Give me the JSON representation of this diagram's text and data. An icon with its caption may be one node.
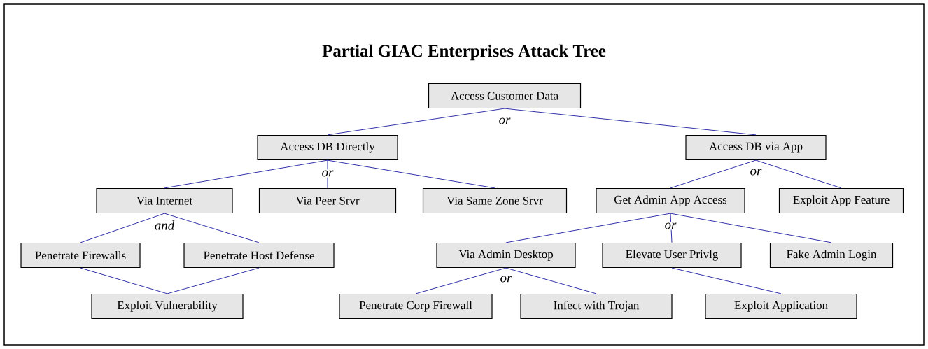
{
  "diagram": {
    "title": "Partial GIAC Enterprises Attack Tree",
    "nodes": [
      {
        "text": [
          "Access Customer Data"
        ]
      },
      {
        "text": [
          "Access DB Directly"
        ]
      },
      {
        "text": [
          "Access DB via App"
        ]
      },
      {
        "text": [
          "Via Internet"
        ]
      },
      {
        "text": [
          "Via Peer Srvr"
        ]
      },
      {
        "text": [
          "Via Same Zone Srvr"
        ]
      },
      {
        "text": [
          "Get Admin App Access"
        ]
      },
      {
        "text": [
          "Exploit App Feature"
        ]
      },
      {
        "text": [
          "Penetrate Firewalls"
        ]
      },
      {
        "text": [
          "Penetrate Host Defense"
        ]
      },
      {
        "text": [
          "Via Admin Desktop"
        ]
      },
      {
        "text": [
          "Elevate User Privlg"
        ]
      },
      {
        "text": [
          "Fake Admin Login"
        ]
      },
      {
        "text": [
          "Exploit Vulnerability"
        ]
      },
      {
        "text": [
          "Penetrate Corp Firewall"
        ]
      },
      {
        "text": [
          "Infect with Trojan"
        ]
      },
      {
        "text": [
          "Exploit Application"
        ]
      }
    ],
    "edges": [
      {
        "from": 0,
        "to": 1,
        "arrow": "none"
      },
      {
        "from": 0,
        "to": 2,
        "arrow": "none"
      },
      {
        "from": 1,
        "to": 3,
        "arrow": "none"
      },
      {
        "from": 1,
        "to": 4,
        "arrow": "none"
      },
      {
        "from": 1,
        "to": 5,
        "arrow": "none"
      },
      {
        "from": 2,
        "to": 6,
        "arrow": "none"
      },
      {
        "from": 2,
        "to": 7,
        "arrow": "none"
      },
      {
        "from": 3,
        "to": 8,
        "arrow": "none"
      },
      {
        "from": 3,
        "to": 9,
        "arrow": "none"
      },
      {
        "from": 6,
        "to": 10,
        "arrow": "none"
      },
      {
        "from": 6,
        "to": 11,
        "arrow": "none"
      },
      {
        "from": 6,
        "to": 12,
        "arrow": "none"
      },
      {
        "from": 8,
        "to": 13,
        "arrow": "none"
      },
      {
        "from": 9,
        "to": 13,
        "arrow": "none"
      },
      {
        "from": 10,
        "to": 14,
        "arrow": "none"
      },
      {
        "from": 10,
        "to": 15,
        "arrow": "none"
      },
      {
        "from": 11,
        "to": 16,
        "arrow": "none"
      }
    ],
    "labels": [
      "or",
      "or",
      "or",
      "and",
      "or",
      "or"
    ]
  }
}
